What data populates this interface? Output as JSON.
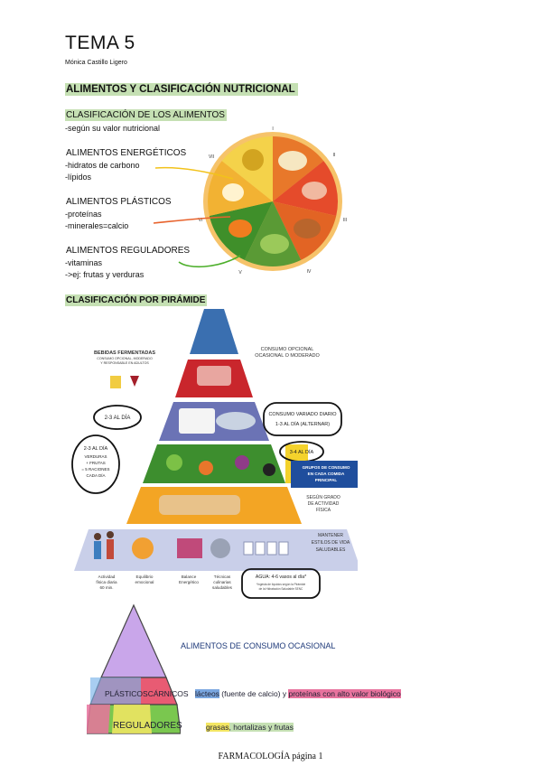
{
  "header": {
    "title": "TEMA 5",
    "author": "Mónica Castillo Ligero"
  },
  "section1": {
    "heading": "ALIMENTOS Y CLASIFICACIÓN NUTRICIONAL",
    "classification_heading": "CLASIFICACIÓN DE LOS ALIMENTOS",
    "classification_line": "-según su valor nutricional",
    "energetic": {
      "heading": "ALIMENTOS ENERGÉTICOS",
      "lines": [
        "-hidratos de carbono",
        "-lípidos"
      ]
    },
    "plastic": {
      "heading": "ALIMENTOS PLÁSTICOS",
      "lines": [
        "-proteínas",
        "-minerales=calcio"
      ]
    },
    "regulators": {
      "heading": "ALIMENTOS REGULADORES",
      "lines": [
        "-vitaminas",
        "->ej: frutas y verduras"
      ]
    }
  },
  "wheel": {
    "roman": [
      "I",
      "II",
      "III",
      "IV",
      "V",
      "VI",
      "VII"
    ]
  },
  "section2": {
    "heading": "CLASIFICACIÓN POR PIRÁMIDE"
  },
  "pyramid": {
    "left_top": [
      "BEBIDAS FERMENTADAS",
      "CONSUMO OPCIONAL, MODERADO",
      "Y RESPONSABLE EN ADULTOS"
    ],
    "right_top": [
      "CONSUMO OPCIONAL",
      "OCASIONAL O MODERADO"
    ],
    "circle_23": "2-3  AL DÍA",
    "circle_variado": [
      "CONSUMO VARIADO DIARIO",
      "1-3  AL DÍA (ALTERNAR)"
    ],
    "circle_verduras": [
      "2-3  AL DÍA",
      "VERDURAS",
      "+ FRUTAS",
      "= 5 RACIONES",
      "CADA DÍA"
    ],
    "circle_34": "3-4  AL DÍA",
    "box_grupos": [
      "GRUPOS DE CONSUMO",
      "EN CADA COMIDA",
      "PRINCIPAL"
    ],
    "segun": [
      "SEGÚN GRADO",
      "DE ACTIVIDAD",
      "FÍSICA"
    ],
    "mantener": [
      "MANTENER",
      "ESTILOS DE VIDA",
      "SALUDABLES"
    ],
    "bottom_labels": [
      [
        "Actividad",
        "física diaria",
        "60 min."
      ],
      [
        "Equilibrio",
        "emocional"
      ],
      [
        "Balance",
        "Energético"
      ],
      [
        "Técnicas",
        "culinarias",
        "saludables"
      ]
    ],
    "agua": "AGUA: 4-6 vasos al día*",
    "agua_note": [
      "*Ingesta de líquidos según la Pirámide",
      "de la Hidratación Saludable SENC"
    ]
  },
  "pyramid2": {
    "label_top": "ALIMENTOS DE CONSUMO OCASIONAL",
    "label_mid": "PLÁSTICOSCÁRNICOS",
    "label_bottom": "REGULADORES",
    "text_mid_a": "lácteos",
    "text_mid_b": " (fuente de calcio) y ",
    "text_mid_c": "proteínas con alto valor biológico",
    "text_bottom_a": "grasas",
    "text_bottom_b": ", hortalizas y frutas"
  },
  "footer": {
    "text": "FARMACOLOGÍA página 1"
  },
  "colors": {
    "highlight_green": "#c5e0b3",
    "pink": "#e8739e",
    "blue": "#7aa7e0",
    "yellow": "#f3e663"
  }
}
